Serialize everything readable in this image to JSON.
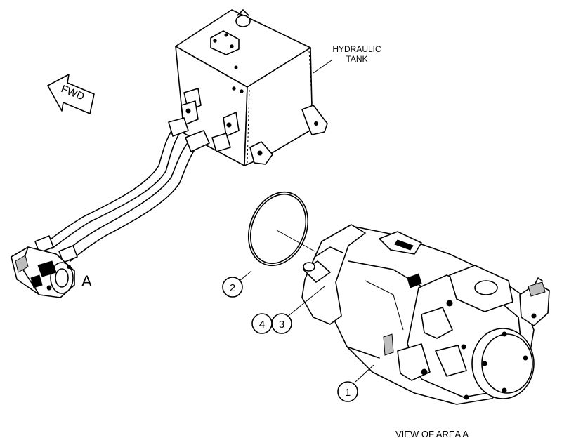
{
  "labels": {
    "tank": [
      "HYDRAULIC",
      "TANK"
    ],
    "fwd": "FWD",
    "area": "A",
    "view": "VIEW OF AREA  A"
  },
  "callouts": [
    "1",
    "2",
    "3",
    "4"
  ]
}
